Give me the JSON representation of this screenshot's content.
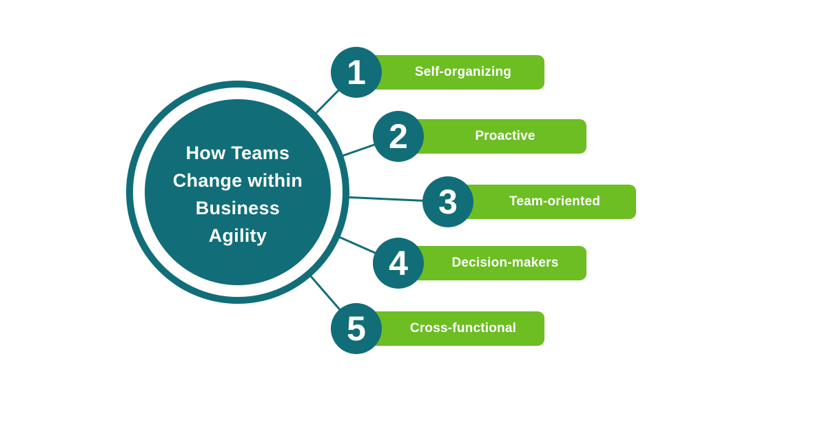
{
  "title": {
    "lines": [
      "How Teams",
      "Change within",
      "Business",
      "Agility"
    ]
  },
  "items": [
    {
      "number": "1",
      "label": "Self-organizing"
    },
    {
      "number": "2",
      "label": "Proactive"
    },
    {
      "number": "3",
      "label": "Team-oriented"
    },
    {
      "number": "4",
      "label": "Decision-makers"
    },
    {
      "number": "5",
      "label": "Cross-functional"
    }
  ],
  "colors": {
    "teal": "#116e78",
    "green": "#6cbe23",
    "text_on_fill": "#ffffff",
    "background": "#ffffff"
  }
}
